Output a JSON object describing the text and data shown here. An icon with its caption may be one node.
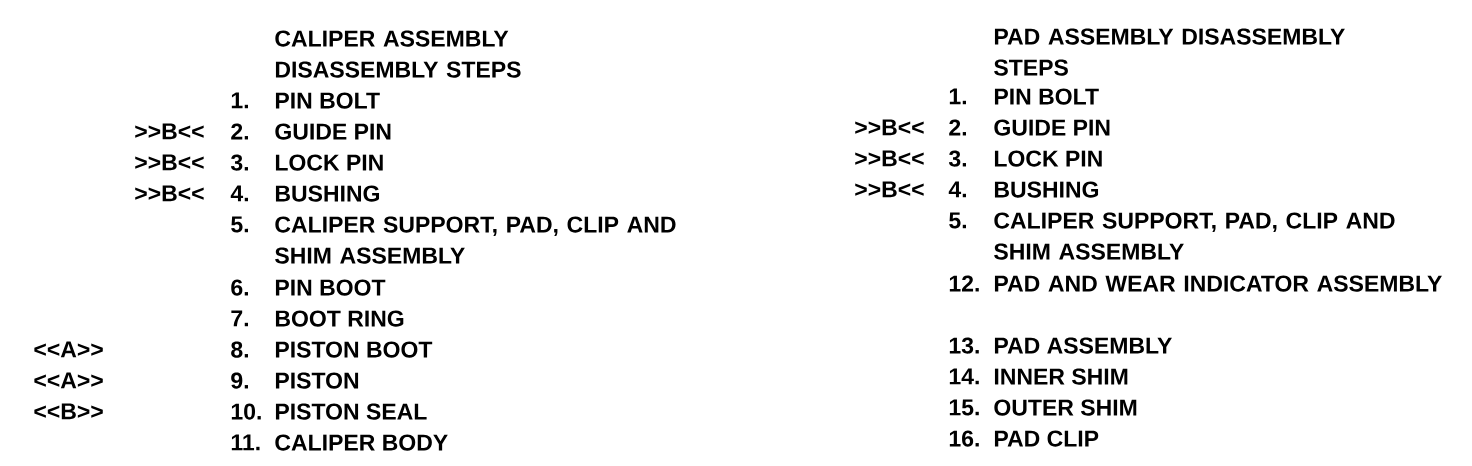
{
  "diagram": {
    "labels": [
      "CALIPER ASSEMBLY DISASSEMBLY STEPS",
      "1.",
      "PIN BOLT",
      ">>B<<",
      "2.",
      "GUIDE PIN",
      ">>B<<",
      "3.",
      "LOCK PIN",
      ">>B<<",
      "4.",
      "BUSHING",
      "5.",
      "CALIPER SUPPORT, PAD, CLIP AND SHIM ASSEMBLY",
      "6.",
      "PIN BOOT",
      "7.",
      "BOOT RING",
      "<<A>>",
      "8.",
      "PISTON BOOT",
      "<<A>>",
      "9.",
      "PISTON",
      "<<B>>",
      "10.",
      "PISTON SEAL",
      "11.",
      "CALIPER BODY",
      "PAD ASSEMBLY DISASSEMBLY STEPS",
      "1.",
      "PIN BOLT",
      ">>B<<",
      "2.",
      "GUIDE PIN",
      ">>B<<",
      "3.",
      "LOCK PIN",
      ">>B<<",
      "4.",
      "BUSHING",
      "5.",
      "CALIPER SUPPORT, PAD, CLIP AND SHIM ASSEMBLY",
      "12.",
      "PAD AND WEAR INDICATOR ASSEMBLY",
      "13.",
      "PAD ASSEMBLY",
      "14.",
      "INNER SHIM",
      "15.",
      "OUTER SHIM",
      "16.",
      "PAD CLIP"
    ]
  }
}
